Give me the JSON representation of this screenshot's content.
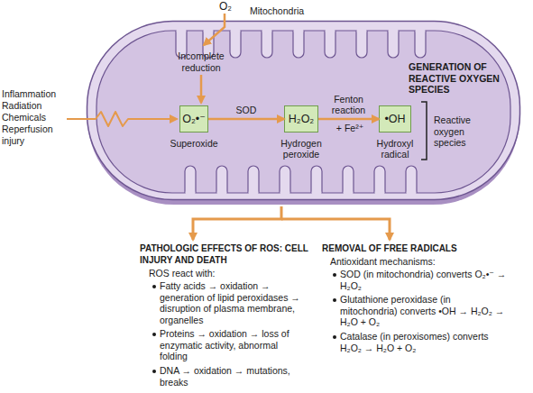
{
  "diagram": {
    "nodes": [
      {
        "text": [
          "Mitochondria",
          "GENERATION OF REACTIVE OXYGEN SPECIES"
        ]
      },
      {
        "text": [
          "O₂•⁻",
          "Superoxide"
        ],
        "in": 0
      },
      {
        "text": [
          "H₂O₂",
          "Hydrogen peroxide"
        ],
        "in": 0
      },
      {
        "text": [
          "•OH",
          "Hydroxyl radical"
        ],
        "in": 0
      }
    ],
    "edges": [
      {
        "from": 1,
        "to": 2,
        "arrow": "to",
        "label": "SOD"
      },
      {
        "from": 2,
        "to": 3,
        "arrow": "to",
        "label": "Fenton reaction"
      }
    ],
    "labels": [
      "O₂",
      "Incomplete reduction",
      "Inflammation",
      "Radiation",
      "Chemicals",
      "Reperfusion injury",
      "+ Fe²⁺",
      "Reactive oxygen species",
      "PATHOLOGIC EFFECTS OF ROS: CELL INJURY AND DEATH",
      "ROS react with:",
      "Fatty acids → oxidation → generation of lipid peroxidases → disruption of plasma membrane, organelles",
      "Proteins → oxidation → loss of enzymatic activity, abnormal folding",
      "DNA → oxidation → mutations, breaks",
      "REMOVAL OF FREE RADICALS",
      "Antioxidant mechanisms:",
      "SOD (in mitochondria) converts O₂•⁻ → H₂O₂",
      "Glutathione peroxidase (in mitochondria) converts •OH → H₂O₂ → H₂O + O₂",
      "Catalase (in peroxisomes) converts H₂O₂ → H₂O + O₂"
    ]
  }
}
